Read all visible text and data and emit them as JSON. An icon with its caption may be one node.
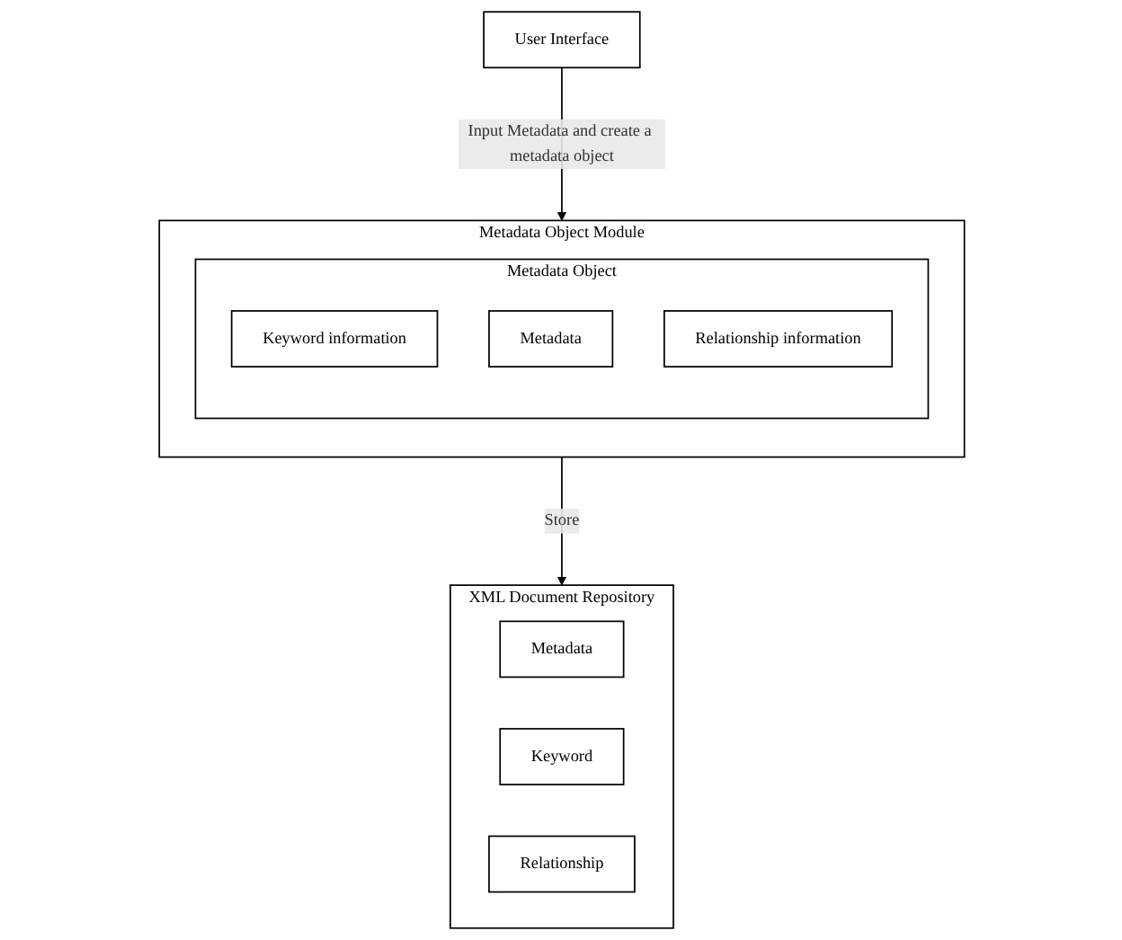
{
  "diagram": {
    "nodes": [
      {
        "text": [
          "User Interface"
        ]
      },
      {
        "text": [
          "Metadata Object Module"
        ]
      },
      {
        "text": [
          "Metadata Object"
        ],
        "in": 1
      },
      {
        "text": [
          "Keyword information"
        ],
        "in": 2
      },
      {
        "text": [
          "Metadata"
        ],
        "in": 2
      },
      {
        "text": [
          "Relationship information"
        ],
        "in": 2
      },
      {
        "text": [
          "XML Document Repository"
        ]
      },
      {
        "text": [
          "Metadata"
        ],
        "in": 6
      },
      {
        "text": [
          "Keyword"
        ],
        "in": 6
      },
      {
        "text": [
          "Relationship"
        ],
        "in": 6
      }
    ],
    "edges": [
      {
        "from": 0,
        "to": 1,
        "arrow": "to",
        "label": "Input Metadata and create a metadata object"
      },
      {
        "from": 1,
        "to": 6,
        "arrow": "to",
        "label": "Store"
      }
    ]
  }
}
